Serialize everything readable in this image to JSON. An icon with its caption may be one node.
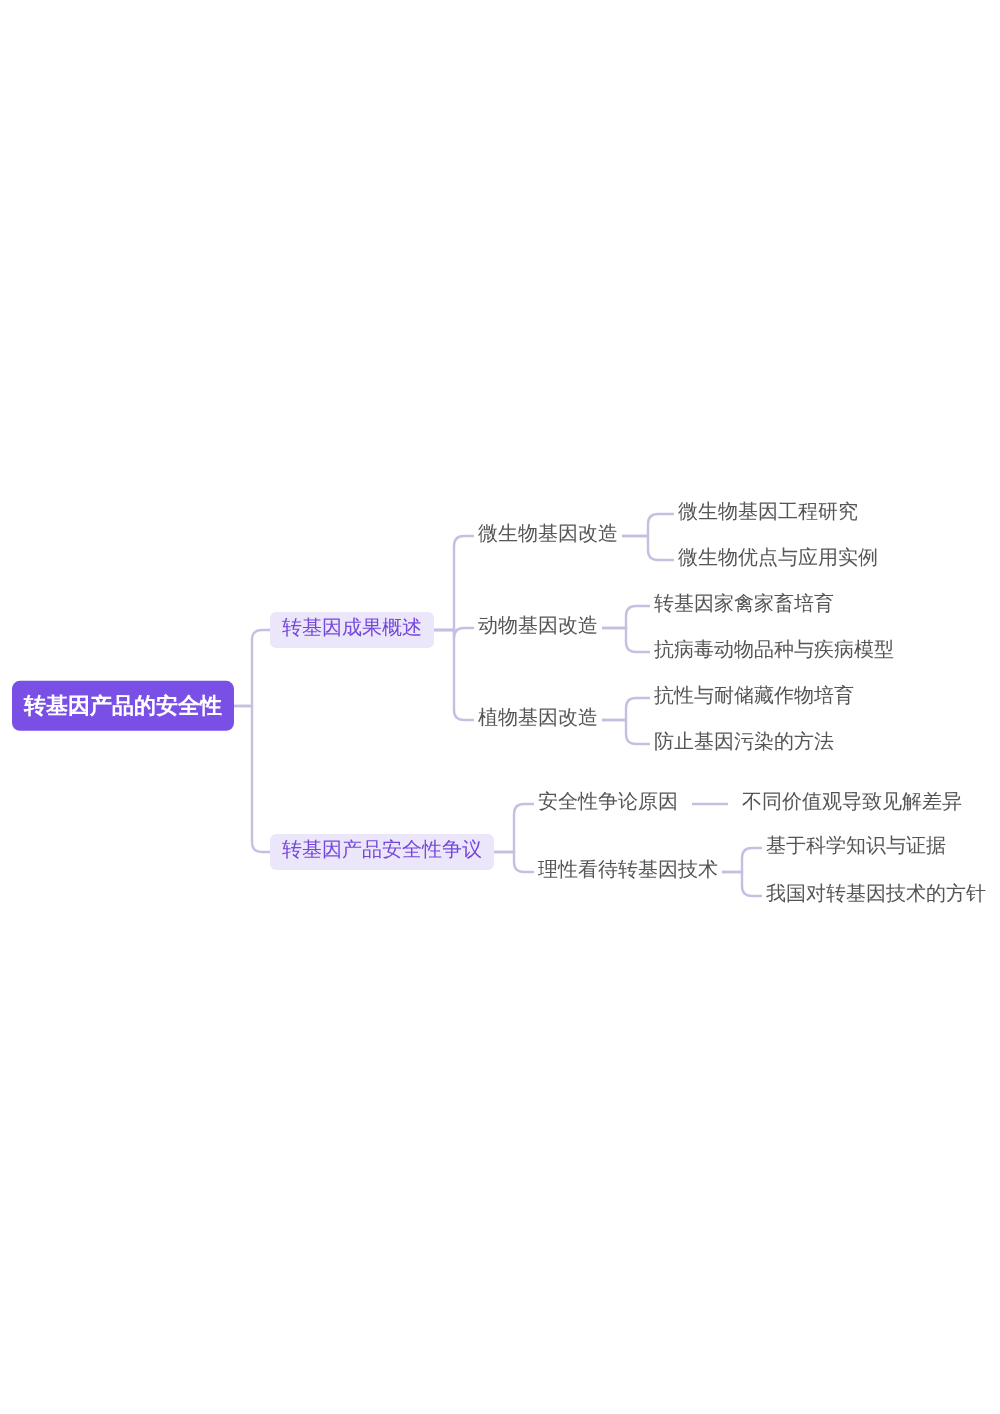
{
  "diagram": {
    "nodes": [
      {
        "text": [
          "转基因产品的安全性"
        ]
      },
      {
        "text": [
          "转基因成果概述"
        ]
      },
      {
        "text": [
          "微生物基因改造"
        ]
      },
      {
        "text": [
          "微生物基因工程研究"
        ]
      },
      {
        "text": [
          "微生物优点与应用实例"
        ]
      },
      {
        "text": [
          "动物基因改造"
        ]
      },
      {
        "text": [
          "转基因家禽家畜培育"
        ]
      },
      {
        "text": [
          "抗病毒动物品种与疾病模型"
        ]
      },
      {
        "text": [
          "植物基因改造"
        ]
      },
      {
        "text": [
          "抗性与耐储藏作物培育"
        ]
      },
      {
        "text": [
          "防止基因污染的方法"
        ]
      },
      {
        "text": [
          "转基因产品安全性争议"
        ]
      },
      {
        "text": [
          "安全性争论原因"
        ]
      },
      {
        "text": [
          "不同价值观导致见解差异"
        ]
      },
      {
        "text": [
          "理性看待转基因技术"
        ]
      },
      {
        "text": [
          "基于科学知识与证据"
        ]
      },
      {
        "text": [
          "我国对转基因技术的方针"
        ]
      }
    ],
    "edges": [
      {
        "from": 0,
        "to": 1,
        "arrow": "none"
      },
      {
        "from": 0,
        "to": 11,
        "arrow": "none"
      },
      {
        "from": 1,
        "to": 2,
        "arrow": "none"
      },
      {
        "from": 1,
        "to": 5,
        "arrow": "none"
      },
      {
        "from": 1,
        "to": 8,
        "arrow": "none"
      },
      {
        "from": 2,
        "to": 3,
        "arrow": "none"
      },
      {
        "from": 2,
        "to": 4,
        "arrow": "none"
      },
      {
        "from": 5,
        "to": 6,
        "arrow": "none"
      },
      {
        "from": 5,
        "to": 7,
        "arrow": "none"
      },
      {
        "from": 8,
        "to": 9,
        "arrow": "none"
      },
      {
        "from": 8,
        "to": 10,
        "arrow": "none"
      },
      {
        "from": 11,
        "to": 12,
        "arrow": "none"
      },
      {
        "from": 11,
        "to": 14,
        "arrow": "none"
      },
      {
        "from": 12,
        "to": 13,
        "arrow": "none"
      },
      {
        "from": 14,
        "to": 15,
        "arrow": "none"
      },
      {
        "from": 14,
        "to": 16,
        "arrow": "none"
      }
    ]
  }
}
